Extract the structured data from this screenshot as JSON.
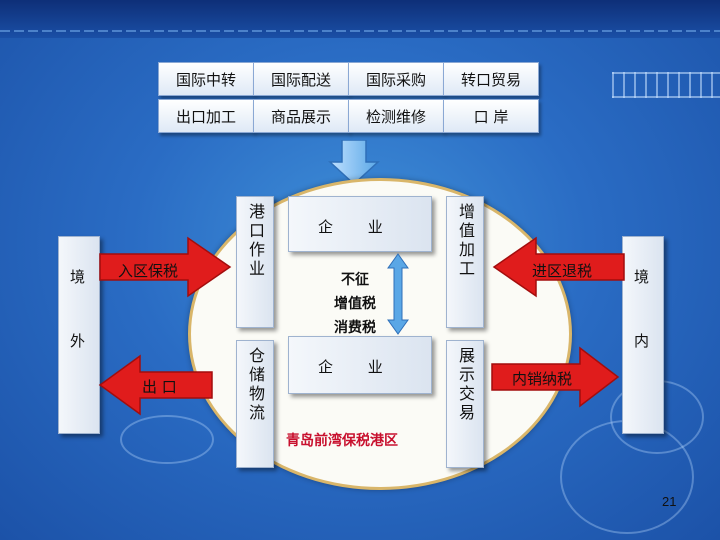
{
  "top_grid": {
    "row1": [
      "国际中转",
      "国际配送",
      "国际采购",
      "转口贸易"
    ],
    "row2": [
      "出口加工",
      "商品展示",
      "检测维修",
      "口 岸"
    ]
  },
  "left_column": {
    "top": "境",
    "bottom": "外"
  },
  "right_column": {
    "top": "境",
    "bottom": "内"
  },
  "left_arrows": {
    "in": "入区保税",
    "out": "出 口"
  },
  "right_arrows": {
    "in": "进区退税",
    "out": "内销纳税"
  },
  "center": {
    "port_warehouse": "港口作业",
    "storage_logistics": "仓储物流",
    "value_added": "增值加工",
    "display_trade": "展示交易",
    "enterprise_top": "企 业",
    "enterprise_bottom": "企 业",
    "tax_lines": [
      "不征",
      "增值税",
      "消费税"
    ],
    "zone_name": "青岛前湾保税港区"
  },
  "page_number": "21",
  "colors": {
    "arrow_red": "#e01c1c",
    "arrow_blue": "#5aa7e6",
    "text_red": "#c8102e"
  }
}
